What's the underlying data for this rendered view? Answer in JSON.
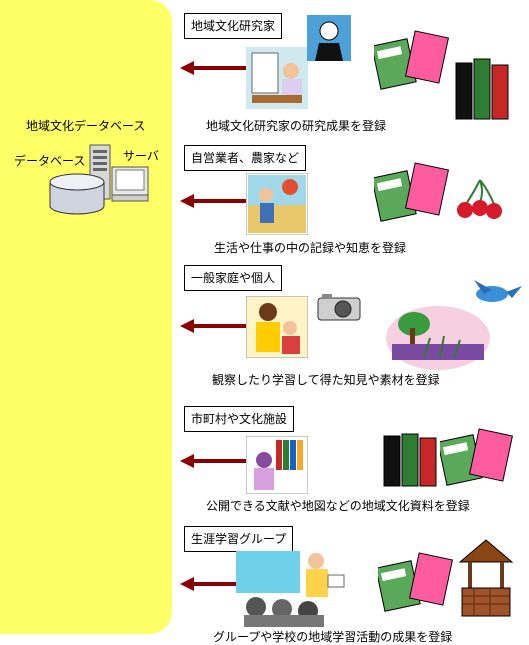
{
  "database_panel": {
    "title": "地域文化データベース",
    "database_label": "データベース",
    "server_label": "サーバ"
  },
  "sections": [
    {
      "header": "地域文化研究家",
      "caption": "地域文化研究家の研究成果を登録"
    },
    {
      "header": "自営業者、農家など",
      "caption": "生活や仕事の中の記録や知恵を登録"
    },
    {
      "header": "一般家庭や個人",
      "caption": "観察したり学習して得た知見や素材を登録"
    },
    {
      "header": "市町村や文化施設",
      "caption": "公開できる文献や地図などの地域文化資料を登録"
    },
    {
      "header": "生涯学習グループ",
      "caption": "グループや学校の地域学習活動の成果を登録"
    }
  ],
  "colors": {
    "panel": "#ffff66",
    "arrow": "#8b0000"
  }
}
